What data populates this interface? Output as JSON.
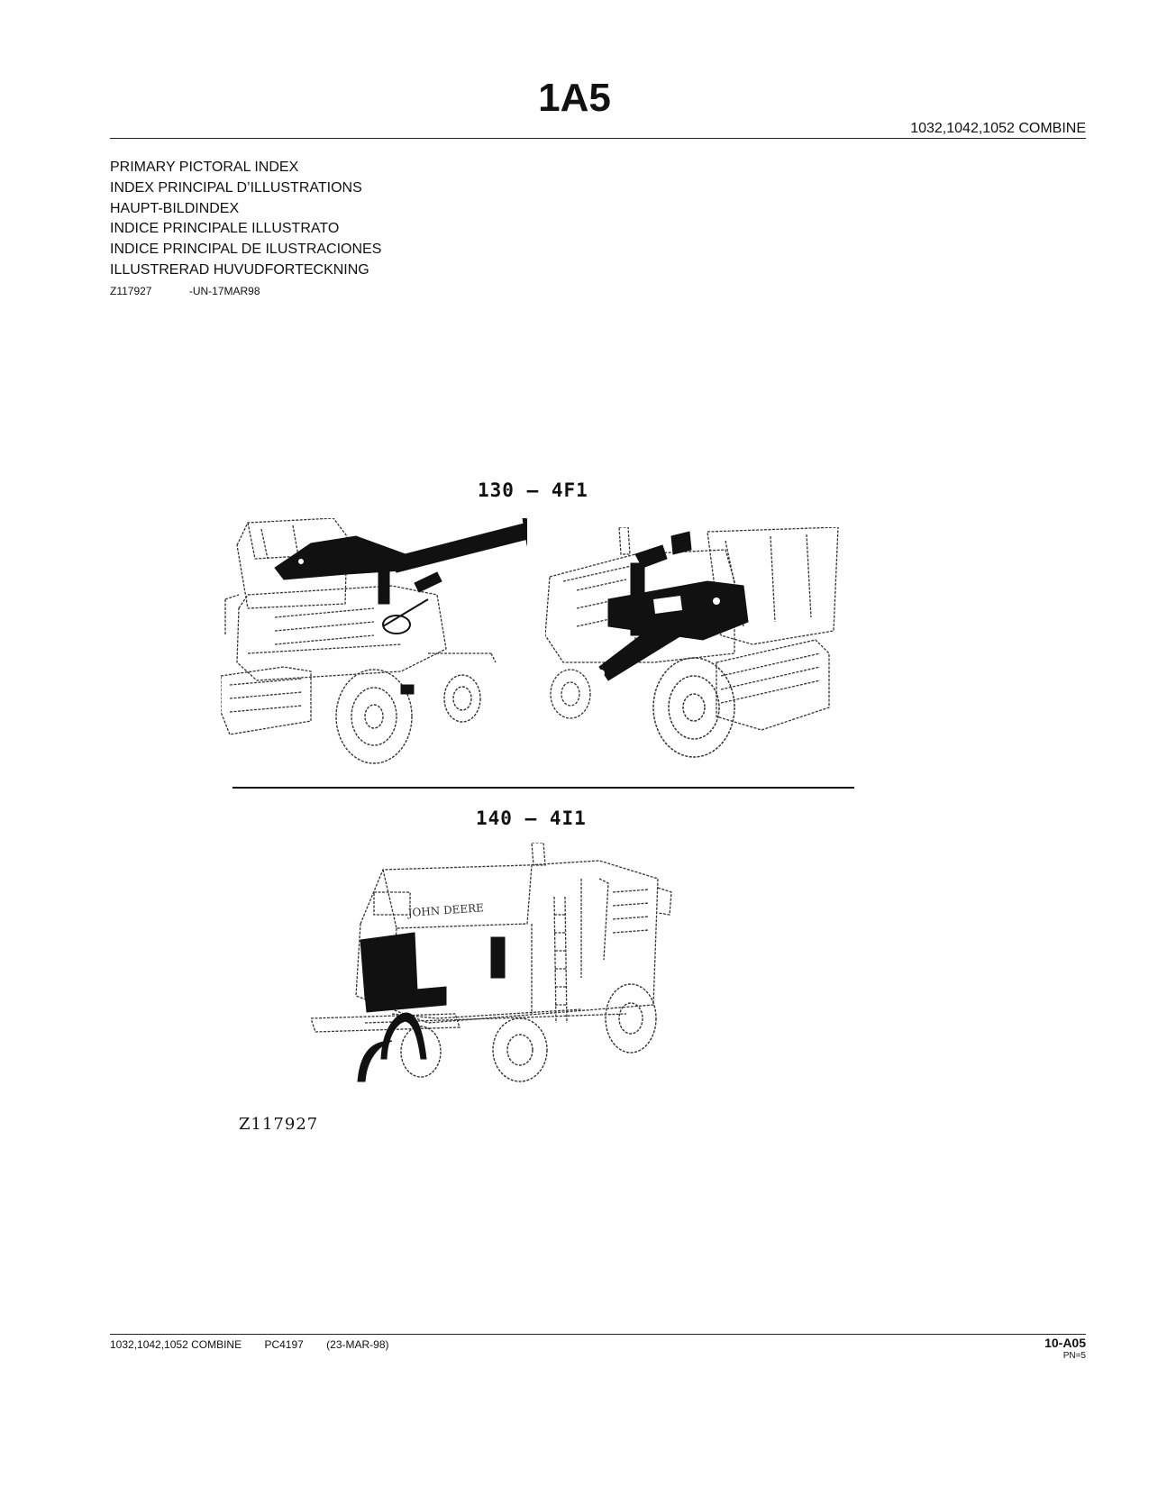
{
  "header": {
    "title": "1A5",
    "model": "1032,1042,1052 COMBINE"
  },
  "index_titles": [
    "PRIMARY PICTORAL INDEX",
    "INDEX PRINCIPAL D’ILLUSTRATIONS",
    "HAUPT-BILDINDEX",
    "INDICE PRINCIPALE ILLUSTRATO",
    "INDICE PRINCIPAL DE ILUSTRACIONES",
    "ILLUSTRERAD HUVUDFORTECKNING"
  ],
  "figure_ref": {
    "code": "Z117927",
    "date": "-UN-17MAR98"
  },
  "illustrations": {
    "label_top": "130 — 4F1",
    "label_bottom": "140 — 4I1",
    "figure_code": "Z117927",
    "decal_text": "JOHN DEERE"
  },
  "footer": {
    "model": "1032,1042,1052 COMBINE",
    "pc": "PC4197",
    "date": "(23-MAR-98)",
    "page": "10-A05",
    "pn": "PN=5"
  }
}
